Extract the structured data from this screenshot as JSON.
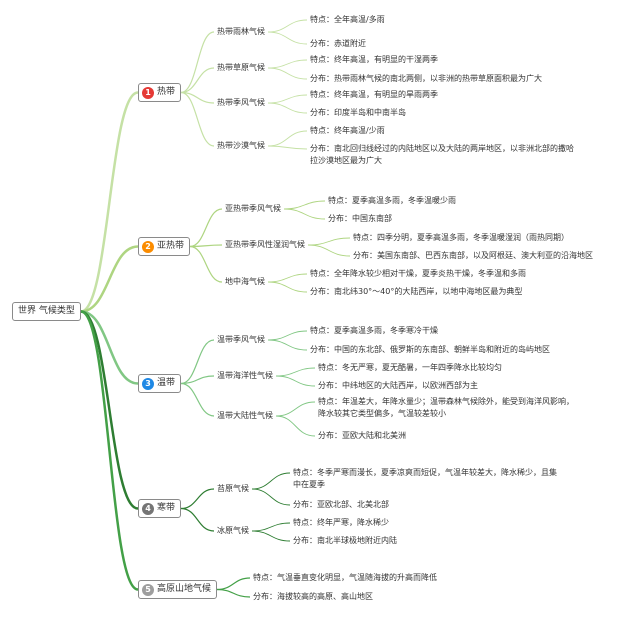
{
  "root": {
    "label": "世界 气候类型"
  },
  "colors": {
    "zone_1": "#e53935",
    "zone_2": "#fb8c00",
    "zone_3": "#1e88e5",
    "zone_4": "#757575",
    "zone_5": "#9e9e9e",
    "branch_1": "#c5e1a5",
    "branch_2": "#aed581",
    "branch_3": "#81c784",
    "branch_4": "#2e7d32",
    "branch_5": "#43a047"
  },
  "zones": [
    {
      "number": "1",
      "label": "热带",
      "climates": [
        {
          "name": "热带雨林气候",
          "details": [
            "特点：全年高温/多雨",
            "分布：赤道附近"
          ]
        },
        {
          "name": "热带草原气候",
          "details": [
            "特点：终年高温，有明显的干湿两季",
            "分布：热带雨林气候的南北两侧，以非洲的热带草原面积最为广大"
          ]
        },
        {
          "name": "热带季风气候",
          "details": [
            "特点：终年高温，有明显的旱雨两季",
            "分布：印度半岛和中南半岛"
          ]
        },
        {
          "name": "热带沙漠气候",
          "details": [
            "特点：终年高温/少雨",
            "分布：南北回归线经过的内陆地区以及大陆的两岸地区，以非洲北部的撒哈拉沙漠地区最为广大"
          ]
        }
      ]
    },
    {
      "number": "2",
      "label": "亚热带",
      "climates": [
        {
          "name": "亚热带季风气候",
          "details": [
            "特点：夏季高温多雨，冬季温暖少雨",
            "分布：中国东南部"
          ]
        },
        {
          "name": "亚热带季风性湿润气候",
          "details": [
            "特点：四季分明，夏季高温多雨，冬季温暖湿润（雨热同期）",
            "分布：美国东南部、巴西东南部，以及阿根廷、澳大利亚的沿海地区"
          ]
        },
        {
          "name": "地中海气候",
          "details": [
            "特点：全年降水较少相对干燥，夏季炎热干燥，冬季温和多雨",
            "分布：南北纬30°～40°的大陆西岸，以地中海地区最为典型"
          ]
        }
      ]
    },
    {
      "number": "3",
      "label": "温带",
      "climates": [
        {
          "name": "温带季风气候",
          "details": [
            "特点：夏季高温多雨，冬季寒冷干燥",
            "分布：中国的东北部、俄罗斯的东南部、朝鲜半岛和附近的岛屿地区"
          ]
        },
        {
          "name": "温带海洋性气候",
          "details": [
            "特点：冬无严寒，夏无酷暑，一年四季降水比较均匀",
            "分布：中纬地区的大陆西岸，以欧洲西部为主"
          ]
        },
        {
          "name": "温带大陆性气候",
          "details": [
            "特点：年温差大，年降水量少；温带森林气候除外，能受到海洋风影响，降水较其它类型偏多，气温较差较小",
            "分布：亚欧大陆和北美洲"
          ]
        }
      ]
    },
    {
      "number": "4",
      "label": "寒带",
      "climates": [
        {
          "name": "苔原气候",
          "details": [
            "特点：冬季严寒而漫长，夏季凉爽而短促，气温年较差大，降水稀少，且集中在夏季",
            "分布：亚欧北部、北美北部"
          ]
        },
        {
          "name": "冰原气候",
          "details": [
            "特点：终年严寒，降水稀少",
            "分布：南北半球极地附近内陆"
          ]
        }
      ]
    },
    {
      "number": "5",
      "label": "高原山地气候",
      "climates": [],
      "details": [
        "特点：气温垂直变化明显，气温随海拔的升高而降低",
        "分布：海拔较高的高原、高山地区"
      ]
    }
  ]
}
